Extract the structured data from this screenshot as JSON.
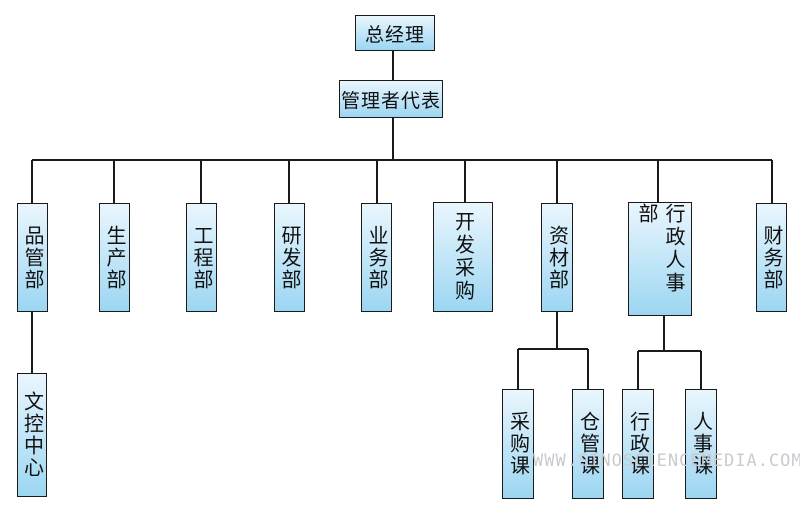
{
  "top": {
    "ceo": "总经理",
    "rep": "管理者代表"
  },
  "departments": [
    {
      "id": "quality",
      "label": "品管部"
    },
    {
      "id": "production",
      "label": "生产部"
    },
    {
      "id": "engineering",
      "label": "工程部"
    },
    {
      "id": "rnd",
      "label": "研发部"
    },
    {
      "id": "sales",
      "label": "业务部"
    },
    {
      "id": "purchasing-dev",
      "label": "开发采购"
    },
    {
      "id": "materials",
      "label": "资材部"
    },
    {
      "id": "admin-hr",
      "label": "行政人事部"
    },
    {
      "id": "finance",
      "label": "财务部"
    }
  ],
  "sub_units": [
    {
      "id": "doc-control",
      "label": "文控中心"
    },
    {
      "id": "purchasing",
      "label": "采购课"
    },
    {
      "id": "warehouse",
      "label": "仓管课"
    },
    {
      "id": "admin",
      "label": "行政课"
    },
    {
      "id": "hr",
      "label": "人事课"
    }
  ],
  "watermark": "WWW.SINOSCIENCEMEDIA.COM",
  "colors": {
    "box_top": "#eaf6fd",
    "box_bottom": "#9cd6f2",
    "line": "#1a1a1a"
  }
}
